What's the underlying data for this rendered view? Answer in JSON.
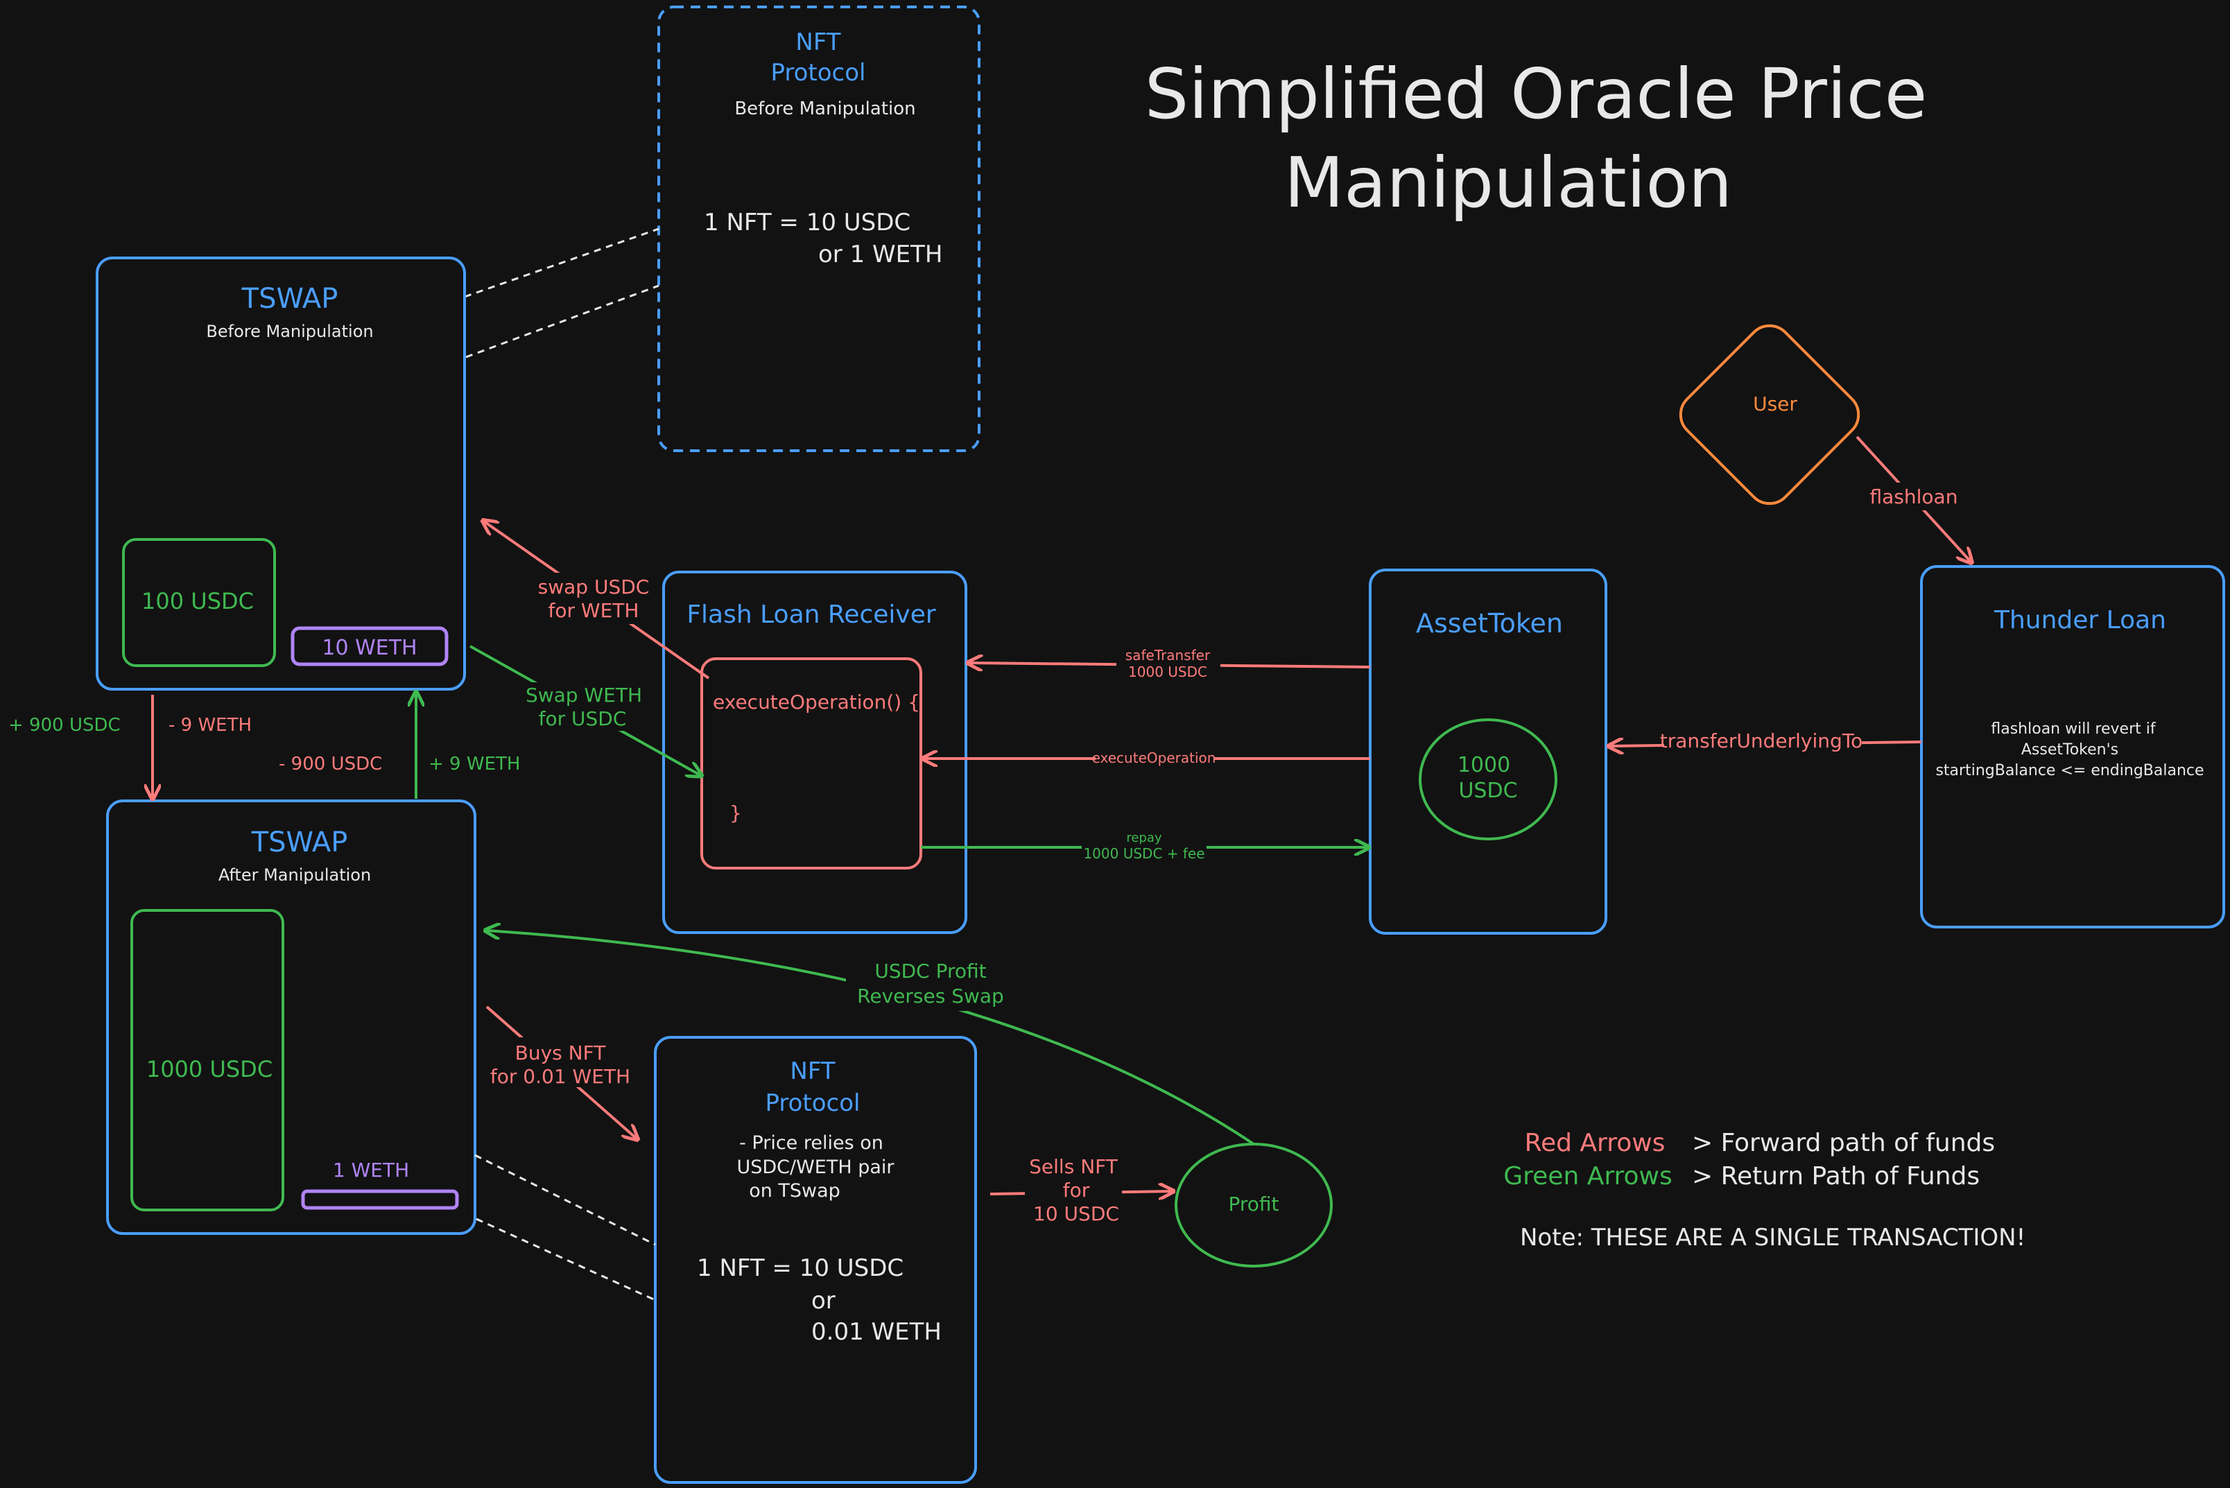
{
  "title": {
    "line1": "Simplified Oracle Price",
    "line2": "Manipulation"
  },
  "nft_before": {
    "title1": "NFT",
    "title2": "Protocol",
    "subtitle": "Before Manipulation",
    "price1": "1 NFT = 10 USDC",
    "price2": "or 1 WETH"
  },
  "tswap_before": {
    "title": "TSWAP",
    "subtitle": "Before Manipulation",
    "usdc": "100 USDC",
    "weth": "10 WETH"
  },
  "tswap_after": {
    "title": "TSWAP",
    "subtitle": "After Manipulation",
    "usdc": "1000 USDC",
    "weth": "1 WETH"
  },
  "flash_receiver": {
    "title": "Flash Loan Receiver",
    "op_open": "executeOperation() {",
    "op_close": "}"
  },
  "asset_token": {
    "title": "AssetToken",
    "amount1": "1000",
    "amount2": "USDC"
  },
  "thunder_loan": {
    "title": "Thunder Loan",
    "note1": "flashloan will revert if",
    "note2": "AssetToken's",
    "note3": "startingBalance <= endingBalance"
  },
  "user": {
    "label": "User"
  },
  "nft_after": {
    "title1": "NFT",
    "title2": "Protocol",
    "desc1": "- Price relies on",
    "desc2": "USDC/WETH pair",
    "desc3": "on TSwap",
    "price1": "1 NFT = 10 USDC",
    "price2": "or",
    "price3": "0.01 WETH"
  },
  "profit": {
    "label": "Profit"
  },
  "arrows": {
    "flashloan": "flashloan",
    "transfer_underlying": "transferUnderlyingTo",
    "safe_transfer1": "safeTransfer",
    "safe_transfer2": "1000 USDC",
    "execute_operation": "executeOperation",
    "repay1": "repay",
    "repay2": "1000 USDC + fee",
    "swap_usdc1": "swap USDC",
    "swap_usdc2": "for WETH",
    "swap_weth1": "Swap WETH",
    "swap_weth2": "for USDC",
    "plus_900_usdc": "+ 900 USDC",
    "minus_9_weth": "- 9 WETH",
    "minus_900_usdc": "- 900 USDC",
    "plus_9_weth": "+ 9 WETH",
    "buys_nft1": "Buys NFT",
    "buys_nft2": "for 0.01 WETH",
    "sells_nft1": "Sells NFT",
    "sells_nft2": "for",
    "sells_nft3": "10 USDC",
    "usdc_profit1": "USDC Profit",
    "usdc_profit2": "Reverses Swap"
  },
  "legend": {
    "red_label": "Red Arrows",
    "red_desc": "> Forward path of funds",
    "green_label": "Green Arrows",
    "green_desc": "> Return Path of Funds",
    "note": "Note: THESE ARE A SINGLE TRANSACTION!"
  },
  "colors": {
    "background": "#121212",
    "blue": "#4a9eff",
    "green": "#3fb950",
    "red": "#ff7b7b",
    "purple": "#b084f5",
    "orange": "#ff8a3d",
    "white": "#e8e8e8"
  }
}
